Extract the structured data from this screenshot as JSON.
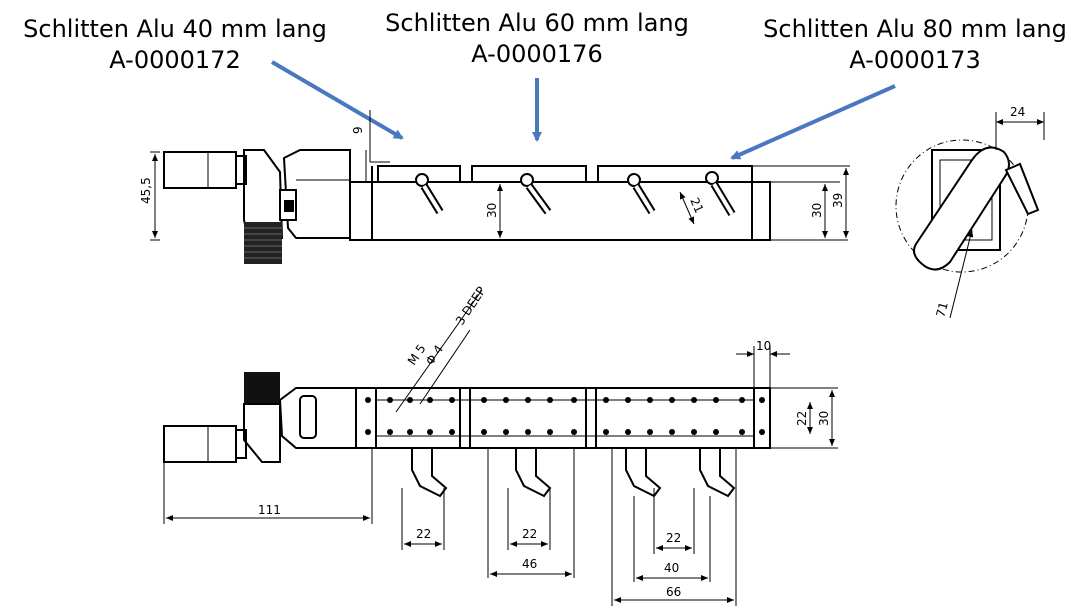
{
  "callouts": [
    {
      "name": "Schlitten Alu 40 mm lang",
      "article": "A-0000172"
    },
    {
      "name": "Schlitten Alu 60 mm lang",
      "article": "A-0000176"
    },
    {
      "name": "Schlitten Alu 80 mm lang",
      "article": "A-0000173"
    }
  ],
  "dimensions": {
    "side_height": "45,5",
    "side_top_gap": "9",
    "side_rail_h1": "30",
    "side_rail_h2": "30",
    "side_total": "39",
    "lever_dim": "21",
    "detail_width": "24",
    "detail_lever": "71",
    "thread": "M 5",
    "hole": "Φ 4",
    "depth": "3 DEEP",
    "end_gap": "10",
    "top_w1": "22",
    "top_w2": "30",
    "length_111": "111",
    "pitch_a": "22",
    "pitch_b": "22",
    "pitch_c": "22",
    "span_46": "46",
    "span_40": "40",
    "span_66": "66"
  },
  "colors": {
    "arrow": "#4a78c0",
    "line": "#000000"
  }
}
